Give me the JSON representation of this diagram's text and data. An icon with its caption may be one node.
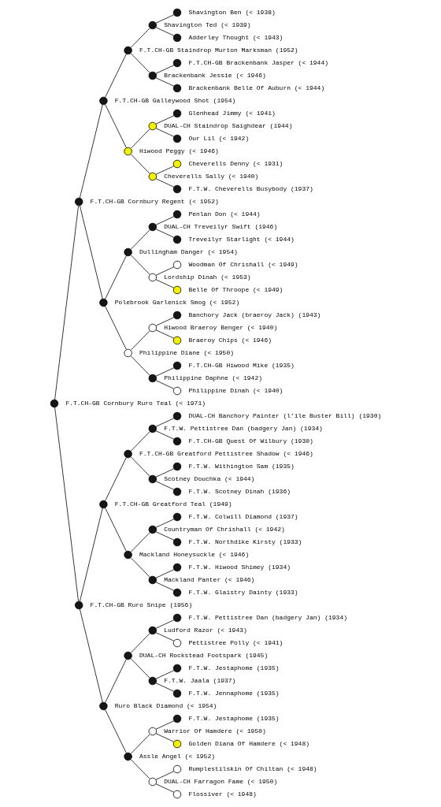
{
  "diagram": {
    "nodes": [
      {
        "text": [
          "Shavington Ben (< 1938)"
        ]
      },
      {
        "text": [
          "Shavington Ted (< 1939)"
        ]
      },
      {
        "text": [
          "Adderley Thought (< 1943)"
        ]
      },
      {
        "text": [
          "F.T.CH-GB Staindrop Murton Marksman (1952)"
        ]
      },
      {
        "text": [
          "F.T.CH-GB Brackenbank Jasper (< 1944)"
        ]
      },
      {
        "text": [
          "Brackenbank Jessie (< 1946)"
        ]
      },
      {
        "text": [
          "Brackenbank Belle Of Auburn (< 1944)"
        ]
      },
      {
        "text": [
          "F.T.CH-GB Galleywood Shot (1954)"
        ]
      },
      {
        "text": [
          "Glenhead Jimmy (< 1941)"
        ]
      },
      {
        "text": [
          "DUAL-CH Staindrop Saighdear (1944)"
        ]
      },
      {
        "text": [
          "Our Lil (< 1942)"
        ]
      },
      {
        "text": [
          "Hiwood Peggy (< 1946)"
        ]
      },
      {
        "text": [
          "Cheverells Denny (< 1931)"
        ]
      },
      {
        "text": [
          "Cheverells Sally (< 1940)"
        ]
      },
      {
        "text": [
          "F.T.W. Cheverells Busybody (1937)"
        ]
      },
      {
        "text": [
          "F.T.CH-GB Cornbury Regent (< 1952)"
        ]
      },
      {
        "text": [
          "Penlan Don (< 1944)"
        ]
      },
      {
        "text": [
          "DUAL-CH Treveilyr Swift (1946)"
        ]
      },
      {
        "text": [
          "Treveilyr Starlight (< 1944)"
        ]
      },
      {
        "text": [
          "Dullingham Danger (< 1954)"
        ]
      },
      {
        "text": [
          "Woodman Of Chrishall (< 1949)"
        ]
      },
      {
        "text": [
          "Lordship Dinah (< 1953)"
        ]
      },
      {
        "text": [
          "Belle Of Throope (< 1949)"
        ]
      },
      {
        "text": [
          "Polebrook Garlenick Smog (< 1952)"
        ]
      },
      {
        "text": [
          "Banchory Jack (braeroy Jack) (1943)"
        ]
      },
      {
        "text": [
          "Hiwood Braeroy Benger (< 1940)"
        ]
      },
      {
        "text": [
          "Braeroy Chips (< 1946)"
        ]
      },
      {
        "text": [
          "Philippine Diane (< 1950)"
        ]
      },
      {
        "text": [
          "F.T.CH-GB Hiwood Mike (1935)"
        ]
      },
      {
        "text": [
          "Philippine Daphne (< 1942)"
        ]
      },
      {
        "text": [
          "Philippine Dinah (< 1940)"
        ]
      },
      {
        "text": [
          "F.T.CH-GB Cornbury Ruro Teal (< 1971)"
        ]
      },
      {
        "text": [
          "DUAL-CH Banchory Painter (l’ile Buster Bill) (1930)"
        ]
      },
      {
        "text": [
          "F.T.W. Pettistree Dan (badgery Jan) (1934)"
        ]
      },
      {
        "text": [
          "F.T.CH-GB Quest Of Wilbury (1930)"
        ]
      },
      {
        "text": [
          "F.T.CH-GB Greatford Pettistree Shadow (< 1946)"
        ]
      },
      {
        "text": [
          "F.T.W. Withington Sam (1935)"
        ]
      },
      {
        "text": [
          "Scotney Douchka (< 1944)"
        ]
      },
      {
        "text": [
          "F.T.W. Scotney Dinah (1936)"
        ]
      },
      {
        "text": [
          "F.T.CH-GB Greatford Teal (1949)"
        ]
      },
      {
        "text": [
          "F.T.W. Colwill Diamond (1937)"
        ]
      },
      {
        "text": [
          "Countryman Of Chrishall (< 1942)"
        ]
      },
      {
        "text": [
          "F.T.W. Northdike Kirsty (1933)"
        ]
      },
      {
        "text": [
          "Mackland Honeysuckle (< 1946)"
        ]
      },
      {
        "text": [
          "F.T.W. Hiwood Shimey (1934)"
        ]
      },
      {
        "text": [
          "Mackland Panter (< 1946)"
        ]
      },
      {
        "text": [
          "F.T.W. Glaistry Dainty (1933)"
        ]
      },
      {
        "text": [
          "F.T.CH-GB Ruro Snipe (1956)"
        ]
      },
      {
        "text": [
          "F.T.W. Pettistree Dan (badgery Jan) (1934)"
        ]
      },
      {
        "text": [
          "Ludford Razor (< 1943)"
        ]
      },
      {
        "text": [
          "Pettistree Polly (< 1941)"
        ]
      },
      {
        "text": [
          "DUAL-CH Rockstead Footspark (1945)"
        ]
      },
      {
        "text": [
          "F.T.W. Jestaphome (1935)"
        ]
      },
      {
        "text": [
          "F.T.W. Jaala (1937)"
        ]
      },
      {
        "text": [
          "F.T.W. Jennaphome (1935)"
        ]
      },
      {
        "text": [
          "Ruro Black Diamond (< 1954)"
        ]
      },
      {
        "text": [
          "F.T.W. Jestaphome (1935)"
        ]
      },
      {
        "text": [
          "Warrior Of Hamdere (< 1950)"
        ]
      },
      {
        "text": [
          "Golden Diana Of Hamdere (< 1948)"
        ]
      },
      {
        "text": [
          "Assle Angel (< 1952)"
        ]
      },
      {
        "text": [
          "Rumplestilskin Of Chiltan (< 1948)"
        ]
      },
      {
        "text": [
          "DUAL-CH Farragon Fame (< 1950)"
        ]
      },
      {
        "text": [
          "Flossiver (< 1948)"
        ]
      }
    ],
    "edges": [
      {
        "from": 1,
        "to": 0,
        "arrow": "none"
      },
      {
        "from": 1,
        "to": 2,
        "arrow": "none"
      },
      {
        "from": 3,
        "to": 1,
        "arrow": "none"
      },
      {
        "from": 3,
        "to": 5,
        "arrow": "none"
      },
      {
        "from": 5,
        "to": 4,
        "arrow": "none"
      },
      {
        "from": 5,
        "to": 6,
        "arrow": "none"
      },
      {
        "from": 7,
        "to": 3,
        "arrow": "none"
      },
      {
        "from": 7,
        "to": 11,
        "arrow": "none"
      },
      {
        "from": 9,
        "to": 8,
        "arrow": "none"
      },
      {
        "from": 9,
        "to": 10,
        "arrow": "none"
      },
      {
        "from": 11,
        "to": 9,
        "arrow": "none"
      },
      {
        "from": 11,
        "to": 13,
        "arrow": "none"
      },
      {
        "from": 13,
        "to": 12,
        "arrow": "none"
      },
      {
        "from": 13,
        "to": 14,
        "arrow": "none"
      },
      {
        "from": 15,
        "to": 7,
        "arrow": "none"
      },
      {
        "from": 15,
        "to": 23,
        "arrow": "none"
      },
      {
        "from": 17,
        "to": 16,
        "arrow": "none"
      },
      {
        "from": 17,
        "to": 18,
        "arrow": "none"
      },
      {
        "from": 19,
        "to": 17,
        "arrow": "none"
      },
      {
        "from": 19,
        "to": 21,
        "arrow": "none"
      },
      {
        "from": 21,
        "to": 20,
        "arrow": "none"
      },
      {
        "from": 21,
        "to": 22,
        "arrow": "none"
      },
      {
        "from": 23,
        "to": 19,
        "arrow": "none"
      },
      {
        "from": 23,
        "to": 27,
        "arrow": "none"
      },
      {
        "from": 25,
        "to": 24,
        "arrow": "none"
      },
      {
        "from": 25,
        "to": 26,
        "arrow": "none"
      },
      {
        "from": 27,
        "to": 25,
        "arrow": "none"
      },
      {
        "from": 27,
        "to": 29,
        "arrow": "none"
      },
      {
        "from": 29,
        "to": 28,
        "arrow": "none"
      },
      {
        "from": 29,
        "to": 30,
        "arrow": "none"
      },
      {
        "from": 31,
        "to": 15,
        "arrow": "none"
      },
      {
        "from": 31,
        "to": 47,
        "arrow": "none"
      },
      {
        "from": 33,
        "to": 32,
        "arrow": "none"
      },
      {
        "from": 33,
        "to": 34,
        "arrow": "none"
      },
      {
        "from": 35,
        "to": 33,
        "arrow": "none"
      },
      {
        "from": 35,
        "to": 37,
        "arrow": "none"
      },
      {
        "from": 37,
        "to": 36,
        "arrow": "none"
      },
      {
        "from": 37,
        "to": 38,
        "arrow": "none"
      },
      {
        "from": 39,
        "to": 35,
        "arrow": "none"
      },
      {
        "from": 39,
        "to": 43,
        "arrow": "none"
      },
      {
        "from": 41,
        "to": 40,
        "arrow": "none"
      },
      {
        "from": 41,
        "to": 42,
        "arrow": "none"
      },
      {
        "from": 43,
        "to": 41,
        "arrow": "none"
      },
      {
        "from": 43,
        "to": 45,
        "arrow": "none"
      },
      {
        "from": 45,
        "to": 44,
        "arrow": "none"
      },
      {
        "from": 45,
        "to": 46,
        "arrow": "none"
      },
      {
        "from": 47,
        "to": 39,
        "arrow": "none"
      },
      {
        "from": 47,
        "to": 55,
        "arrow": "none"
      },
      {
        "from": 49,
        "to": 48,
        "arrow": "none"
      },
      {
        "from": 49,
        "to": 50,
        "arrow": "none"
      },
      {
        "from": 51,
        "to": 49,
        "arrow": "none"
      },
      {
        "from": 51,
        "to": 53,
        "arrow": "none"
      },
      {
        "from": 53,
        "to": 52,
        "arrow": "none"
      },
      {
        "from": 53,
        "to": 54,
        "arrow": "none"
      },
      {
        "from": 55,
        "to": 51,
        "arrow": "none"
      },
      {
        "from": 55,
        "to": 59,
        "arrow": "none"
      },
      {
        "from": 57,
        "to": 56,
        "arrow": "none"
      },
      {
        "from": 57,
        "to": 58,
        "arrow": "none"
      },
      {
        "from": 59,
        "to": 57,
        "arrow": "none"
      },
      {
        "from": 59,
        "to": 61,
        "arrow": "none"
      },
      {
        "from": 61,
        "to": 60,
        "arrow": "none"
      },
      {
        "from": 61,
        "to": 62,
        "arrow": "none"
      }
    ]
  }
}
